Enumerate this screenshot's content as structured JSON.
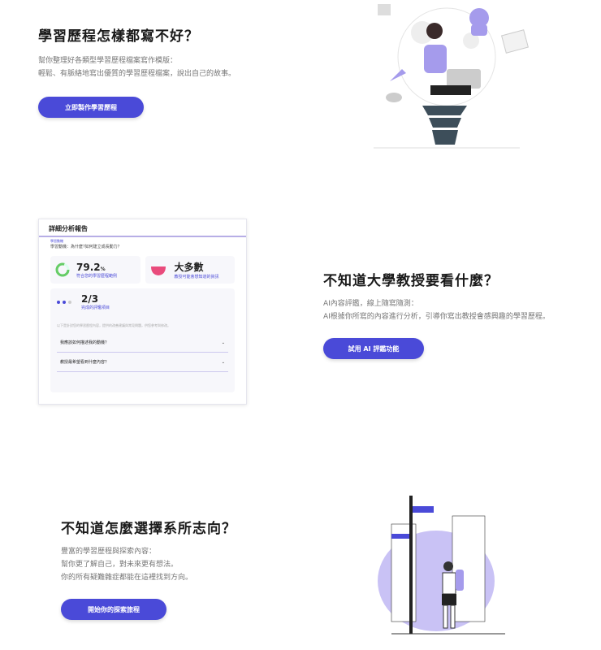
{
  "section1": {
    "title": "學習歷程怎樣都寫不好？",
    "lines": [
      "幫你整理好各類型學習歷程檔案寫作模版：",
      "輕鬆、有脈絡地寫出優質的學習歷程檔案，說出自己的故事。"
    ],
    "button": "立即製作學習歷程"
  },
  "report": {
    "title": "詳細分析報告",
    "tag": "學習動機",
    "question": "學習動機：為什麼?如何建立成長動力？",
    "stat1": {
      "value": "79.2",
      "unit": "%",
      "label": "符合您的學習歷程範例"
    },
    "stat2": {
      "value": "大多數",
      "label": "教授可能會想知道的資訊"
    },
    "stat3": {
      "value": "2/3",
      "label": "完成的評鑑項目"
    },
    "note": "以下是針對您的學習歷程內容，提供的改善建議與常見問題，供您參考與修改。",
    "faq": [
      "我應該如何描述我的動機？",
      "教授最希望看到什麼內容？"
    ]
  },
  "section2": {
    "title": "不知道大學教授要看什麼？",
    "lines": [
      "AI內容評鑑，線上隨寫隨測：",
      "AI根據你所寫的內容進行分析，引導你寫出教授會感興趣的學習歷程。"
    ],
    "button": "試用 AI 評鑑功能"
  },
  "section3": {
    "title": "不知道怎麼選擇系所志向？",
    "lines": [
      "豐富的學習歷程與探索內容：",
      "幫你更了解自己，對未來更有想法。",
      "你的所有疑難雜症都能在這裡找到方向。"
    ],
    "button": "開始你的探索旅程"
  },
  "colors": {
    "accent": "#4a4ad8",
    "illustration": "#a59bec"
  }
}
